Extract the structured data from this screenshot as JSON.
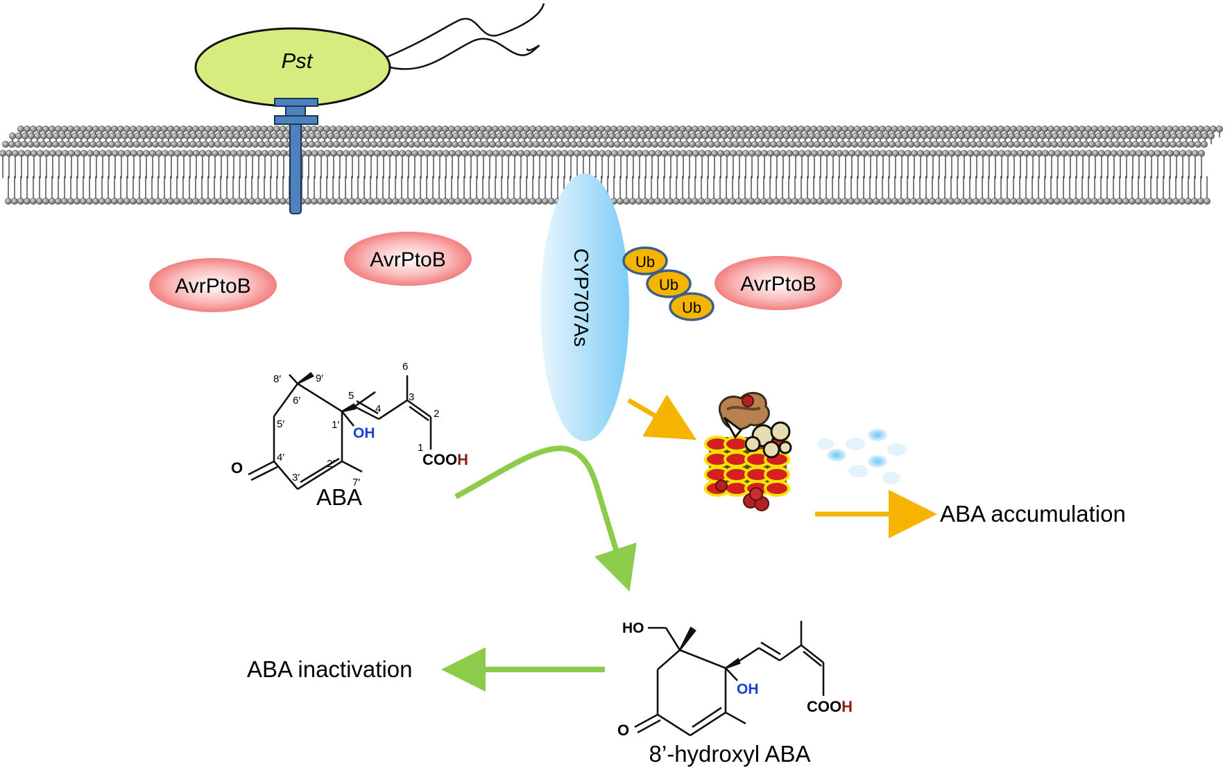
{
  "bacterium": {
    "label": "Pst"
  },
  "effectors": {
    "avrptob_1": "AvrPtoB",
    "avrptob_2": "AvrPtoB",
    "avrptob_3": "AvrPtoB"
  },
  "cyp707as": {
    "label": "CYP707As"
  },
  "ubiquitin": {
    "tag_1": "Ub",
    "tag_2": "Ub",
    "tag_3": "Ub"
  },
  "aba": {
    "name": "ABA",
    "numbers": {
      "n8p": "8′",
      "n9p": "9′",
      "n6": "6",
      "n5": "5",
      "n4": "4",
      "n3": "3",
      "n2": "2",
      "n1": "1",
      "n6p": "6′",
      "n5p": "5′",
      "n1p": "1′",
      "n4p": "4′",
      "n3p": "3′",
      "n2p": "2′",
      "n7p": "7′"
    },
    "oh_label": "OH",
    "o_label": "O",
    "cooh_c": "COO",
    "cooh_h": "H"
  },
  "hydroxy_aba": {
    "name": "8’-hydroxyl ABA",
    "ho_label": "HO",
    "oh_label": "OH",
    "o_label": "O",
    "cooh_c": "COO",
    "cooh_h": "H"
  },
  "outcomes": {
    "accumulation": "ABA accumulation",
    "inactivation": "ABA inactivation"
  },
  "colors": {
    "pst_fill": "#d6ec7e",
    "receptor": "#4f81bd",
    "avrptob_fill": "#f26b6b",
    "cyp_fill": "#8fd3f8",
    "ub_fill": "#f5b400",
    "ub_stroke": "#3b5f8a",
    "arrow_orange": "#f5b400",
    "arrow_green": "#8ccc4a",
    "oh_blue": "#1a3fd6",
    "cooh_red": "#8b1a1a"
  }
}
